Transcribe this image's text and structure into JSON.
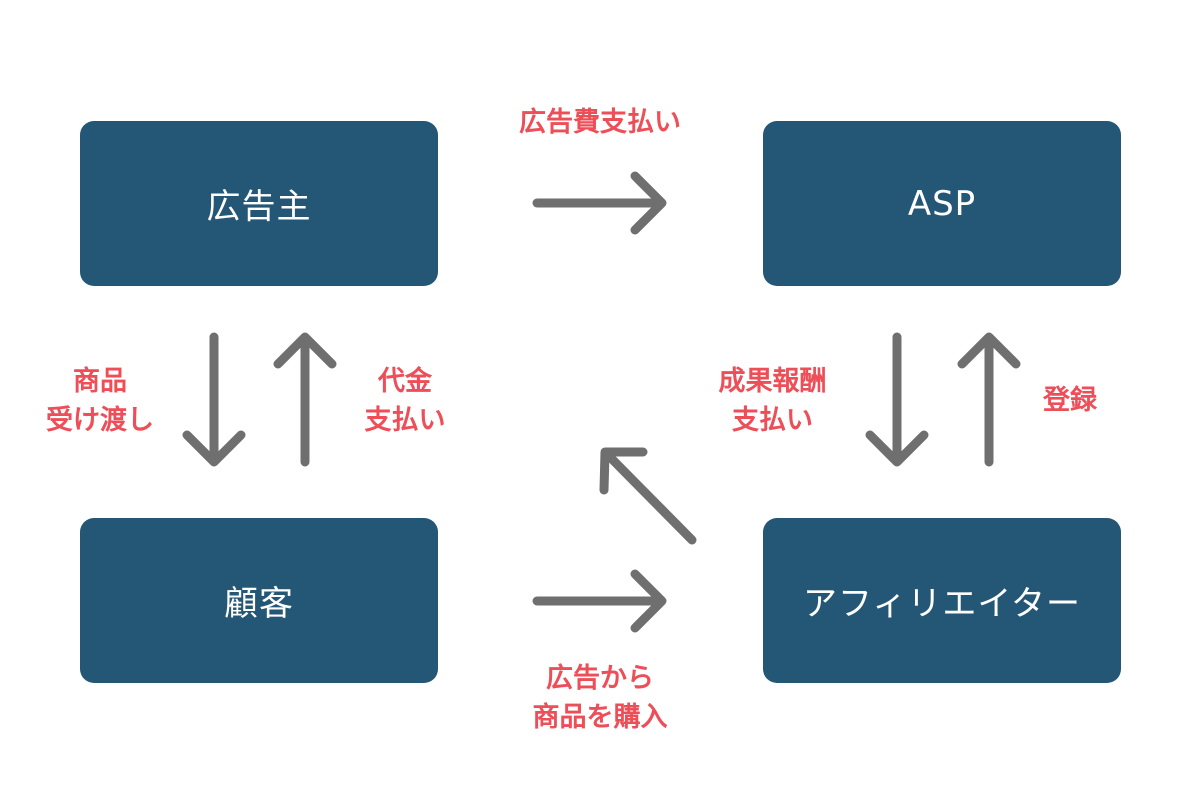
{
  "nodes": {
    "advertiser": "広告主",
    "asp": "ASP",
    "customer": "顧客",
    "affiliate": "アフィリエイター"
  },
  "labels": {
    "ad_fee": "広告費支払い",
    "product_delivery": [
      "商品",
      "受け渡し"
    ],
    "payment": [
      "代金",
      "支払い"
    ],
    "reward": [
      "成果報酬",
      "支払い"
    ],
    "register": "登録",
    "purchase": [
      "広告から",
      "商品を購入"
    ]
  },
  "colors": {
    "box_fill": "#245676",
    "box_text": "#ffffff",
    "label_text": "#ee4e57",
    "arrow": "#6f6f6f"
  }
}
